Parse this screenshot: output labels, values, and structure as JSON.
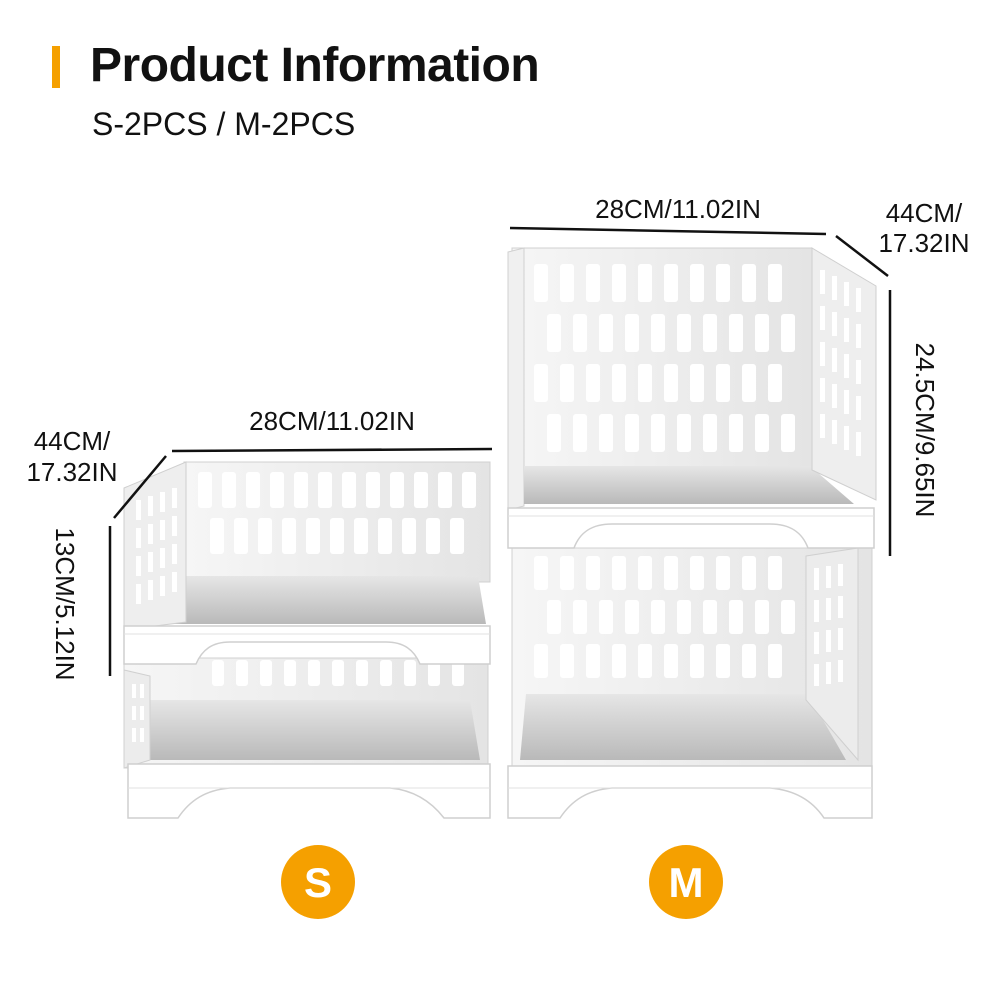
{
  "header": {
    "title": "Product Information",
    "subtitle": "S-2PCS / M-2PCS"
  },
  "small": {
    "label": "S",
    "width": "28CM/11.02IN",
    "depth_line1": "44CM/",
    "depth_line2": "17.32IN",
    "height": "13CM/5.12IN"
  },
  "medium": {
    "label": "M",
    "width": "28CM/11.02IN",
    "depth_line1": "44CM/",
    "depth_line2": "17.32IN",
    "height": "24.5CM/9.65IN"
  },
  "colors": {
    "accent": "#f5a000",
    "shelf_light": "#f2f2f2",
    "shelf_mid": "#dcdcdc",
    "shelf_dark": "#bdbdbd"
  }
}
